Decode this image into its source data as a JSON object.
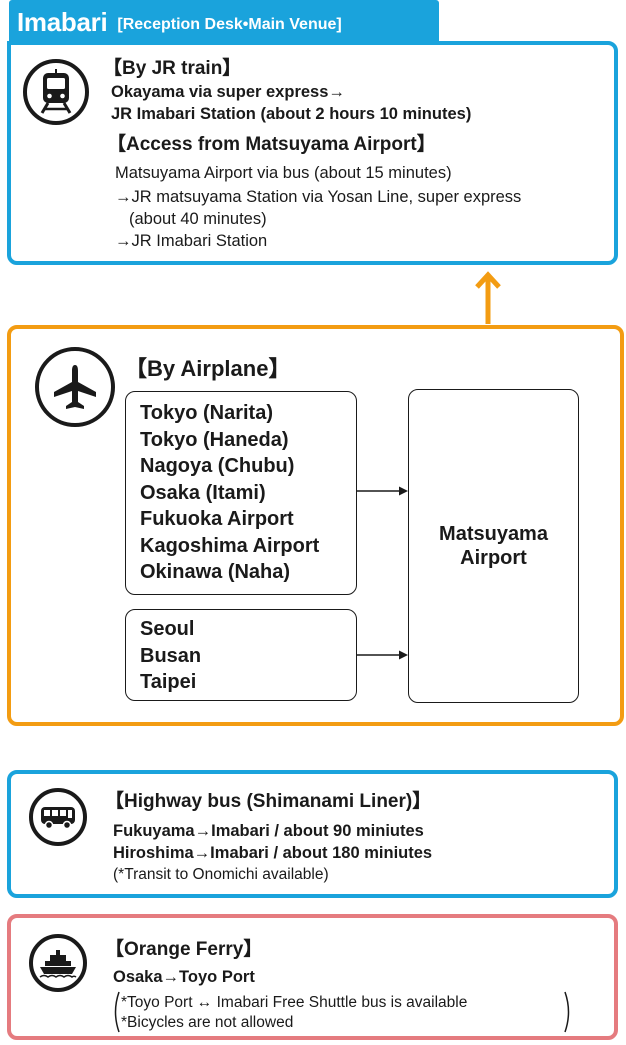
{
  "header": {
    "title": "Imabari",
    "subtitle": "[Reception Desk•Main Venue]"
  },
  "train": {
    "icon": "train-icon",
    "heading": "【By JR train】",
    "lines": [
      "Okayama via super express→",
      "JR Imabari Station (about 2 hours 10 minutes)"
    ],
    "airport_heading": "【Access from Matsuyama Airport】",
    "airport_lines": [
      "Matsuyama Airport via bus (about 15 minutes)",
      "→JR matsuyama Station via Yosan Line, super express",
      "(about 40 minutes)",
      "→JR Imabari Station"
    ]
  },
  "airplane": {
    "icon": "airplane-icon",
    "heading": "【By Airplane】",
    "domestic": [
      "Tokyo (Narita)",
      "Tokyo (Haneda)",
      "Nagoya (Chubu)",
      "Osaka (Itami)",
      "Fukuoka Airport",
      "Kagoshima Airport",
      "Okinawa (Naha)"
    ],
    "international": [
      "Seoul",
      "Busan",
      "Taipei"
    ],
    "destination": [
      "Matsuyama",
      "Airport"
    ]
  },
  "bus": {
    "icon": "bus-icon",
    "heading": "【Highway bus (Shimanami Liner)】",
    "lines": [
      "Fukuyama→Imabari / about 90 miniutes",
      "Hiroshima→Imabari / about 180 miniutes",
      "(*Transit to Onomichi available)"
    ]
  },
  "ferry": {
    "icon": "ferry-icon",
    "heading": "【Orange Ferry】",
    "lines": [
      "Osaka→Toyo Port"
    ],
    "notes": [
      "*Toyo Port ↔ Imabari  Free Shuttle bus is available",
      "*Bicycles are not allowed"
    ]
  },
  "colors": {
    "blue": "#1aa3dc",
    "orange": "#f39c12",
    "pink": "#e57b7f"
  }
}
